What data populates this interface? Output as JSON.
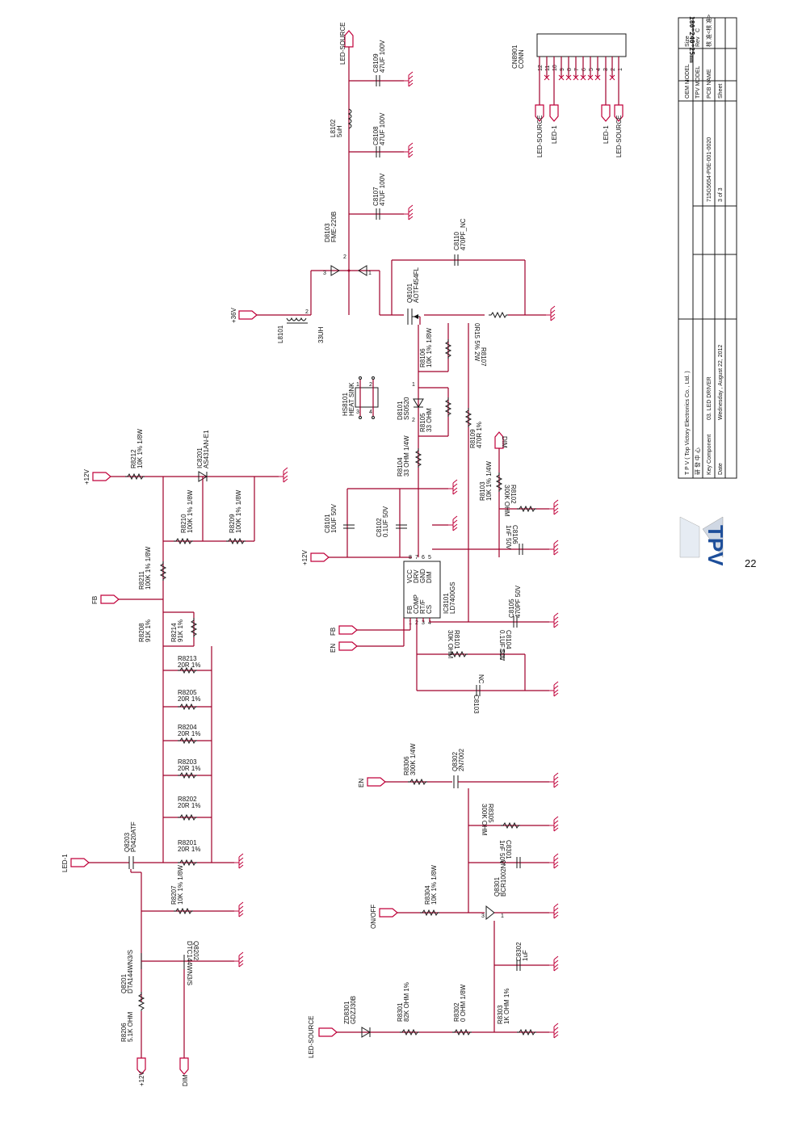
{
  "page_number": "22",
  "components": {
    "l8101": {
      "ref": "L8101",
      "value": "33UH"
    },
    "d8103": {
      "ref": "D8103",
      "value": "FME-220B"
    },
    "l8102": {
      "ref": "L8102",
      "value": "5uH"
    },
    "c8109": {
      "ref": "C8109",
      "value": "47UF 100V"
    },
    "c8108": {
      "ref": "C8108",
      "value": "47UF 100V"
    },
    "c8107": {
      "ref": "C8107",
      "value": "47UF 100V"
    },
    "c8110": {
      "ref": "C8110",
      "value": "470PF_NC"
    },
    "q8101": {
      "ref": "Q8101",
      "value": "AOTF454FL"
    },
    "r8107": {
      "ref": "R8107",
      "value": "0R15 5% 2W"
    },
    "r8106": {
      "ref": "R8106",
      "value": "10K 1% 1/8W"
    },
    "d8101": {
      "ref": "D8101",
      "value": "SS0520"
    },
    "r8105": {
      "ref": "R8105",
      "value": "33 OHM"
    },
    "hs8101": {
      "ref": "HS8101",
      "value": "HEAT SINK"
    },
    "r8104": {
      "ref": "R8104",
      "value": "33 OHM 1/4W"
    },
    "r8109": {
      "ref": "R8109",
      "value": "470R 1%"
    },
    "r8103": {
      "ref": "R8103",
      "value": "10K 1% 1/4W"
    },
    "r8102": {
      "ref": "R8102",
      "value": "300K OHM"
    },
    "c8106": {
      "ref": "C8106",
      "value": "1nF 50V"
    },
    "c8105": {
      "ref": "C8105",
      "value": "470PF 50V"
    },
    "c8101": {
      "ref": "C8101",
      "value": "10UF 50V"
    },
    "c8102": {
      "ref": "C8102",
      "value": "0.1UF 50V"
    },
    "ic8101": {
      "ref": "IC8101",
      "value": "LD7400GS"
    },
    "r8101": {
      "ref": "R8101",
      "value": "30K OHM"
    },
    "c8104": {
      "ref": "C8104",
      "value": "0.1UF 50V"
    },
    "c8103": {
      "ref": "C8103",
      "value": "NC"
    },
    "r8212": {
      "ref": "R8212",
      "value": "10K 1% 1/8W"
    },
    "ic8201": {
      "ref": "IC8201",
      "value": "AS431AN-E1"
    },
    "r8210": {
      "ref": "R8210",
      "value": "100K 1% 1/8W"
    },
    "r8209": {
      "ref": "R8209",
      "value": "100K 1% 1/8W"
    },
    "r8211": {
      "ref": "R8211",
      "value": "100K 1% 1/8W"
    },
    "r8208": {
      "ref": "R8208",
      "value": "91K 1%"
    },
    "r8214": {
      "ref": "R8214",
      "value": "91K 1%"
    },
    "r8213": {
      "ref": "R8213",
      "value": "20R 1%"
    },
    "r8205": {
      "ref": "R8205",
      "value": "20R 1%"
    },
    "r8204": {
      "ref": "R8204",
      "value": "20R 1%"
    },
    "r8203": {
      "ref": "R8203",
      "value": "20R 1%"
    },
    "r8202": {
      "ref": "R8202",
      "value": "20R 1%"
    },
    "r8201": {
      "ref": "R8201",
      "value": "20R 1%"
    },
    "q8203": {
      "ref": "Q8203",
      "value": "P0420ATF"
    },
    "r8207": {
      "ref": "R8207",
      "value": "10K 1% 1/8W"
    },
    "q8201": {
      "ref": "Q8201",
      "value": "DTA144WN3/S"
    },
    "q8202": {
      "ref": "Q8202",
      "value": "DTC144WN3/S"
    },
    "r8206": {
      "ref": "R8206",
      "value": "5.1K OHM"
    },
    "r8306": {
      "ref": "R8306",
      "value": "300K 1/4W"
    },
    "q8302": {
      "ref": "Q8302",
      "value": "2N7002"
    },
    "r8305": {
      "ref": "R8305",
      "value": "300K OHM"
    },
    "c8301": {
      "ref": "C8301",
      "value": "1nF 50V"
    },
    "r8304": {
      "ref": "R8304",
      "value": "10K 1% 1/8W"
    },
    "q8301": {
      "ref": "Q8301",
      "value": "BCR1002N3"
    },
    "c8302": {
      "ref": "C8302",
      "value": "1uF"
    },
    "zd8301": {
      "ref": "ZD8301",
      "value": "GDZJ30B"
    },
    "r8301": {
      "ref": "R8301",
      "value": "82K OHM 1%"
    },
    "r8302": {
      "ref": "R8302",
      "value": "0 OHM 1/8W"
    },
    "r8303": {
      "ref": "R8303",
      "value": "1K OHM 1%"
    },
    "cn8901": {
      "ref": "CN8901",
      "value": "CONN"
    }
  },
  "nets": {
    "led_source": "LED-SOURCE",
    "v36": "+36V",
    "v12": "+12V",
    "fb": "FB",
    "en": "EN",
    "dim": "DIM",
    "led1": "LED-1",
    "on_off": "ON/OFF"
  },
  "ic8101_pins": {
    "left": [
      "FB",
      "COMP",
      "RT/F",
      "CS"
    ],
    "right": [
      "VCC",
      "DRV",
      "GND",
      "DIM"
    ],
    "left_nums": [
      "1",
      "2",
      "3",
      "4"
    ],
    "right_nums": [
      "8",
      "7",
      "6",
      "5"
    ]
  },
  "connector": {
    "pins": [
      "12",
      "11",
      "10",
      "9",
      "8",
      "7",
      "6",
      "5",
      "4",
      "3",
      "2",
      "1"
    ],
    "nets": [
      "LED-SOURCE",
      "LED-1",
      "LED-1",
      "LED-SOURCE"
    ]
  },
  "title_block": {
    "company": "T P V  ( Top  Victory  Electronics  Co. ,  Ltd. )",
    "size_label": "Size",
    "size_value": "180*240*25mm",
    "oem_model_label": "OEM MODEL",
    "tpv_model_label": "TPV MODEL",
    "pcb_name_label": "PCB NAME",
    "pcb_name_value": "715G5654-P0E-001-0020",
    "rev_label": "Rev",
    "rev_value": "C",
    "key_component_label": "Key Component",
    "key_component_value": "03. LED DRIVER",
    "date_label": "Date",
    "date_value": "Wednesday , August 22, 2012",
    "sheet_label": "Sheet",
    "sheet_value": "3   of    3",
    "logo_text": "TPV",
    "cn_label": "研 發 中 心",
    "cn_value": "<核 准>",
    "cn_box": "核 准"
  }
}
